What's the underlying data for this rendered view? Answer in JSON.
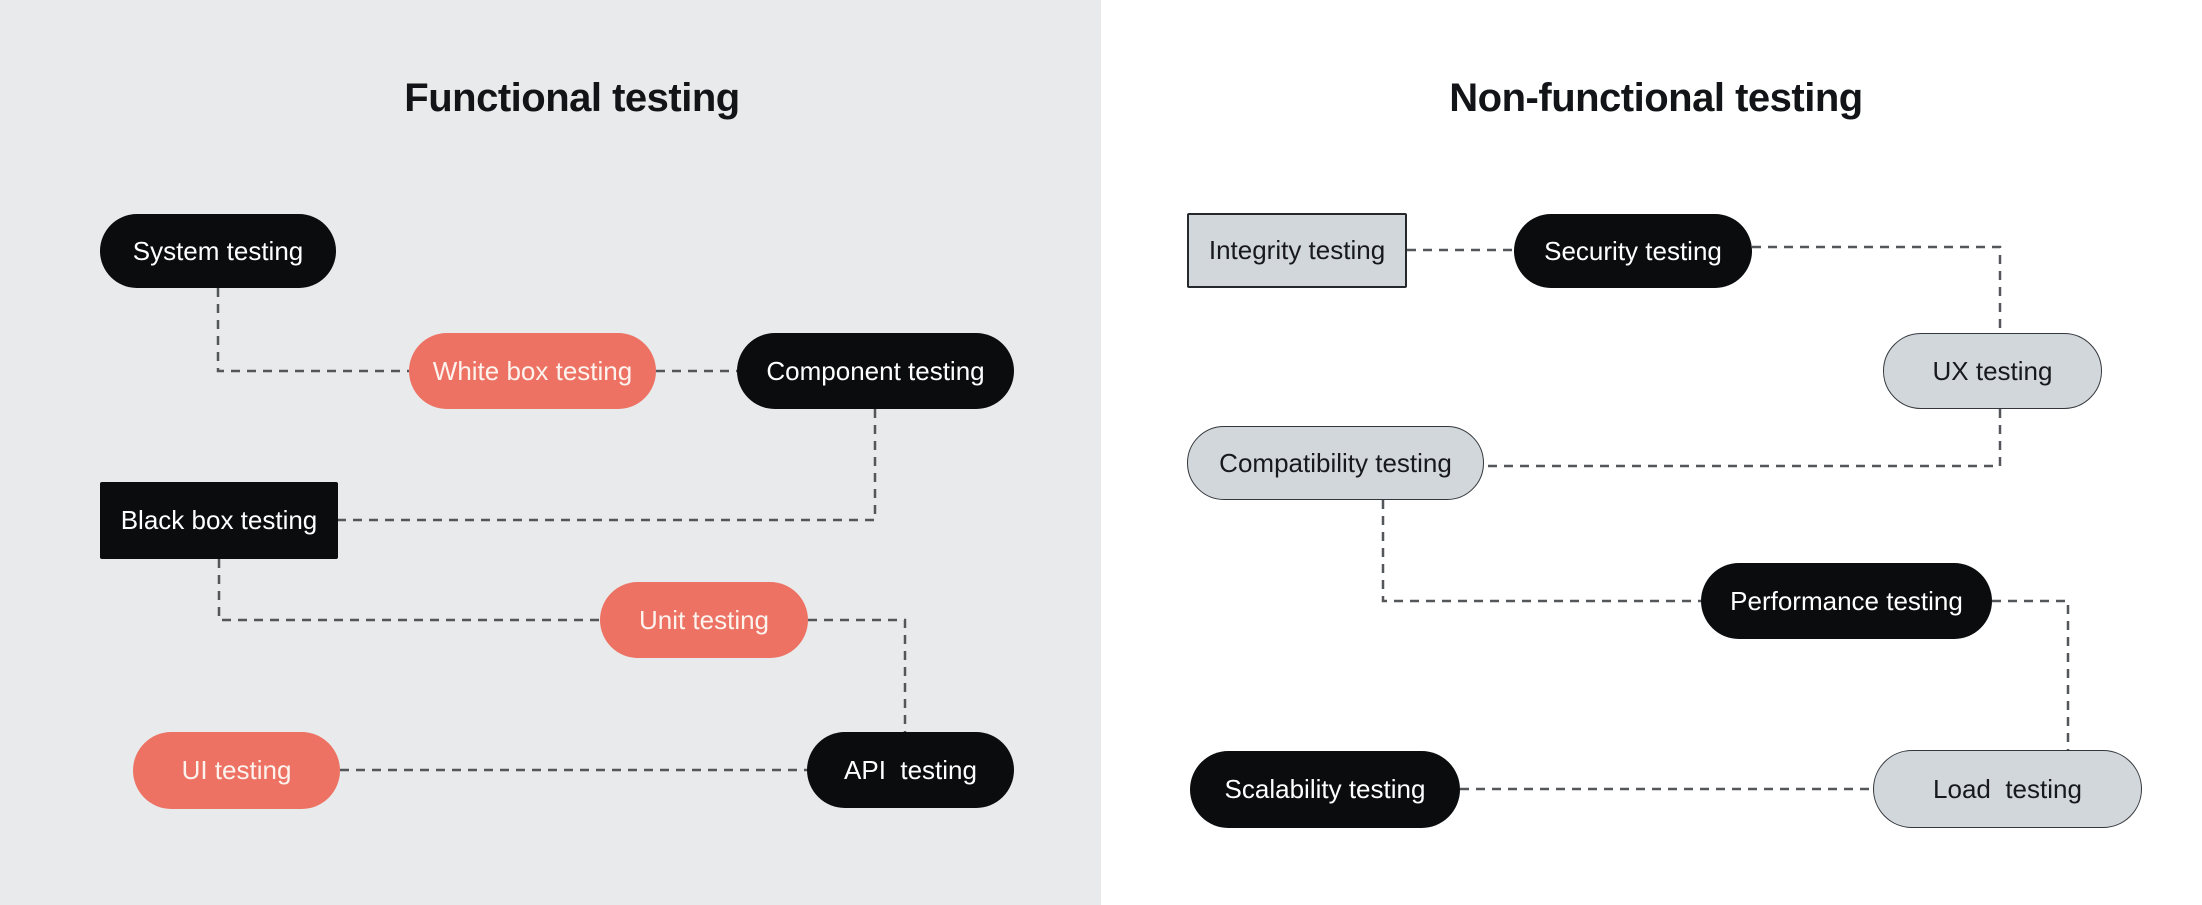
{
  "left_panel": {
    "title": "Functional testing",
    "nodes": [
      {
        "id": "system-testing",
        "label": "System testing",
        "variant": "black",
        "shape": "pill"
      },
      {
        "id": "white-box-testing",
        "label": "White box testing",
        "variant": "coral",
        "shape": "pill"
      },
      {
        "id": "component-testing",
        "label": "Component testing",
        "variant": "black",
        "shape": "pill"
      },
      {
        "id": "black-box-testing",
        "label": "Black box testing",
        "variant": "black",
        "shape": "rect"
      },
      {
        "id": "unit-testing",
        "label": "Unit testing",
        "variant": "coral",
        "shape": "pill"
      },
      {
        "id": "ui-testing",
        "label": "UI testing",
        "variant": "coral",
        "shape": "pill"
      },
      {
        "id": "api-testing",
        "label": "API  testing",
        "variant": "black",
        "shape": "pill"
      }
    ],
    "edges": [
      {
        "from": "system-testing",
        "to": "white-box-testing"
      },
      {
        "from": "white-box-testing",
        "to": "component-testing"
      },
      {
        "from": "component-testing",
        "to": "black-box-testing"
      },
      {
        "from": "black-box-testing",
        "to": "unit-testing"
      },
      {
        "from": "unit-testing",
        "to": "api-testing"
      },
      {
        "from": "ui-testing",
        "to": "api-testing"
      }
    ]
  },
  "right_panel": {
    "title": "Non-functional testing",
    "nodes": [
      {
        "id": "integrity-testing",
        "label": "Integrity testing",
        "variant": "gray",
        "shape": "rect"
      },
      {
        "id": "security-testing",
        "label": "Security testing",
        "variant": "black",
        "shape": "pill"
      },
      {
        "id": "ux-testing",
        "label": "UX testing",
        "variant": "gray",
        "shape": "pill"
      },
      {
        "id": "compatibility-testing",
        "label": "Compatibility testing",
        "variant": "gray",
        "shape": "pill"
      },
      {
        "id": "performance-testing",
        "label": "Performance testing",
        "variant": "black",
        "shape": "pill"
      },
      {
        "id": "scalability-testing",
        "label": "Scalability testing",
        "variant": "black",
        "shape": "pill"
      },
      {
        "id": "load-testing",
        "label": "Load  testing",
        "variant": "gray",
        "shape": "pill"
      }
    ],
    "edges": [
      {
        "from": "integrity-testing",
        "to": "security-testing"
      },
      {
        "from": "security-testing",
        "to": "ux-testing"
      },
      {
        "from": "ux-testing",
        "to": "compatibility-testing"
      },
      {
        "from": "compatibility-testing",
        "to": "performance-testing"
      },
      {
        "from": "performance-testing",
        "to": "load-testing"
      },
      {
        "from": "scalability-testing",
        "to": "load-testing"
      }
    ]
  },
  "colors": {
    "left_background": "#e8eaeb",
    "right_background": "#ffffff",
    "node_black": "#0b0c0d",
    "node_coral": "#ed7263",
    "node_gray_fill": "#d2d7db",
    "node_gray_border": "#33373c",
    "connector": "#53575a",
    "title_text": "#121417",
    "text_on_dark": "#ffffff",
    "text_on_coral": "#fcf2ee",
    "text_on_gray": "#17191c"
  }
}
